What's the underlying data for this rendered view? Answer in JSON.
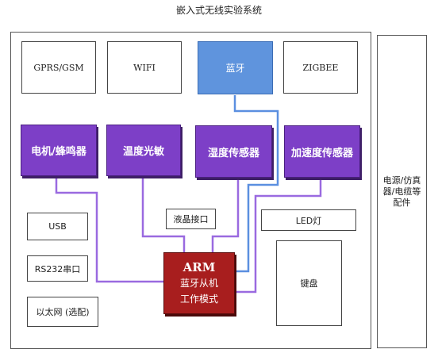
{
  "title": "嵌入式无线实验系统",
  "modules": {
    "gprs": "GPRS/GSM",
    "wifi": "WIFI",
    "bluetooth": "蓝牙",
    "zigbee": "ZIGBEE"
  },
  "sensors": {
    "motor": "电机/蜂鸣器",
    "temp": "温度光敏",
    "humidity": "湿度传感器",
    "accel": "加速度传感器"
  },
  "peripherals": {
    "usb": "USB",
    "lcd": "液晶接口",
    "led": "LED灯",
    "rs232": "RS232串口",
    "ethernet": "以太网 (选配)",
    "keyboard": "键盘"
  },
  "arm": {
    "title": "ARM",
    "line1": "蓝牙从机",
    "line2": "工作模式"
  },
  "side_panel": "电源/仿真器/电缆等配件",
  "colors": {
    "purple_wire": "#9a6ae0",
    "blue_wire": "#5b8fe0",
    "purple_box": "#7d3fc7",
    "bluetooth_box": "#5f94dd",
    "arm_box": "#a81e1e"
  }
}
